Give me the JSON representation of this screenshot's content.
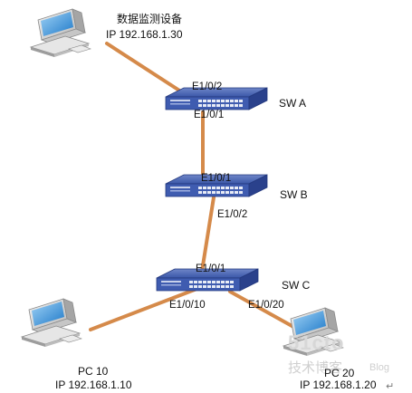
{
  "devices": {
    "monitor_pc": {
      "name": "数据监测设备",
      "ip": "IP  192.168.1.30"
    },
    "pc10": {
      "name": "PC 10",
      "ip": "IP  192.168.1.10"
    },
    "pc20": {
      "name": "PC 20",
      "ip": "IP  192.168.1.20"
    },
    "sw_a": {
      "name": "SW A",
      "port_top": "E1/0/2",
      "port_bottom": "E1/0/1"
    },
    "sw_b": {
      "name": "SW B",
      "port_top": "E1/0/1",
      "port_bottom": "E1/0/2"
    },
    "sw_c": {
      "name": "SW C",
      "port_top": "E1/0/1",
      "port_left": "E1/0/10",
      "port_right": "E1/0/20"
    }
  },
  "watermark": {
    "site": "51cto",
    "text": "技术博客",
    "blog": "Blog"
  },
  "colors": {
    "link": "#d58a4a",
    "switch": "#3a57a8",
    "switch_dark": "#1f3478",
    "screen": "#2f8ed8"
  }
}
